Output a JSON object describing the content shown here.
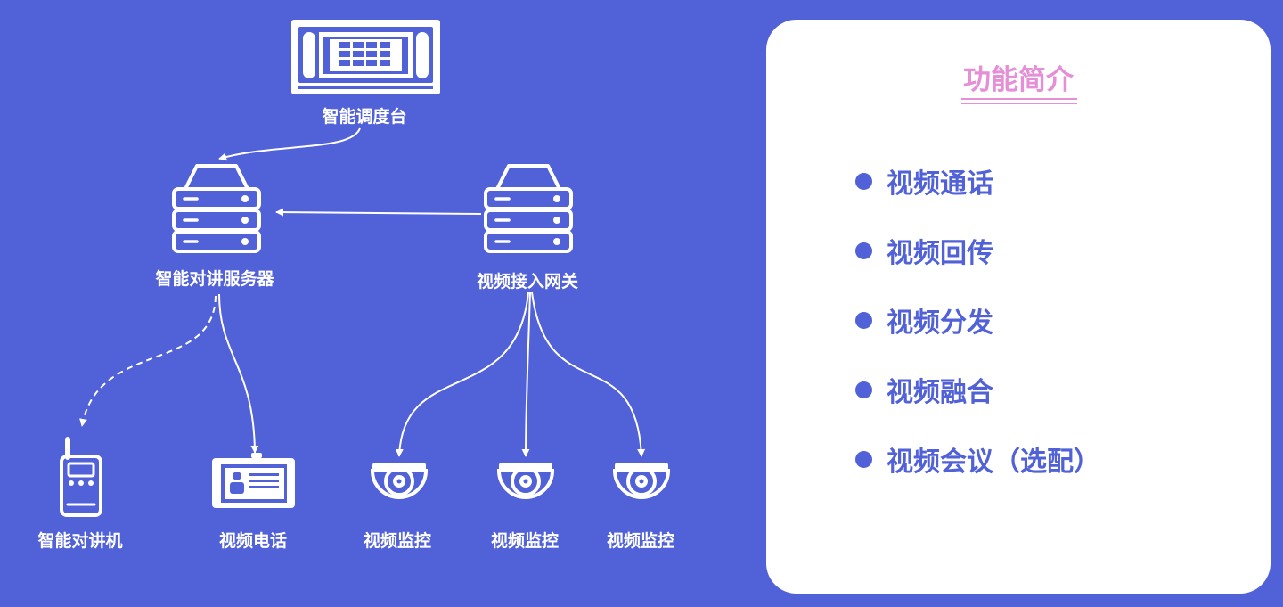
{
  "colors": {
    "background": "#5161d7",
    "panel": "#ffffff",
    "title_accent": "#e58fd6",
    "feature_text": "#5161d7",
    "icon_stroke": "#ffffff"
  },
  "nodes": {
    "dispatch_console": {
      "label": "智能调度台",
      "icon": "dispatch-console-icon"
    },
    "intercom_server": {
      "label": "智能对讲服务器",
      "icon": "server-icon"
    },
    "video_gateway": {
      "label": "视频接入网关",
      "icon": "server-icon"
    },
    "walkie_talkie": {
      "label": "智能对讲机",
      "icon": "walkie-talkie-icon"
    },
    "video_phone": {
      "label": "视频电话",
      "icon": "video-phone-icon"
    },
    "camera_1": {
      "label": "视频监控",
      "icon": "dome-camera-icon"
    },
    "camera_2": {
      "label": "视频监控",
      "icon": "dome-camera-icon"
    },
    "camera_3": {
      "label": "视频监控",
      "icon": "dome-camera-icon"
    }
  },
  "edges": [
    {
      "from": "dispatch_console",
      "to": "intercom_server",
      "style": "solid"
    },
    {
      "from": "video_gateway",
      "to": "intercom_server",
      "style": "solid"
    },
    {
      "from": "intercom_server",
      "to": "walkie_talkie",
      "style": "dashed"
    },
    {
      "from": "intercom_server",
      "to": "video_phone",
      "style": "solid"
    },
    {
      "from": "video_gateway",
      "to": "camera_1",
      "style": "solid"
    },
    {
      "from": "video_gateway",
      "to": "camera_2",
      "style": "solid"
    },
    {
      "from": "video_gateway",
      "to": "camera_3",
      "style": "solid"
    }
  ],
  "panel": {
    "title": "功能简介",
    "features": [
      "视频通话",
      "视频回传",
      "视频分发",
      "视频融合",
      "视频会议（选配）"
    ]
  }
}
